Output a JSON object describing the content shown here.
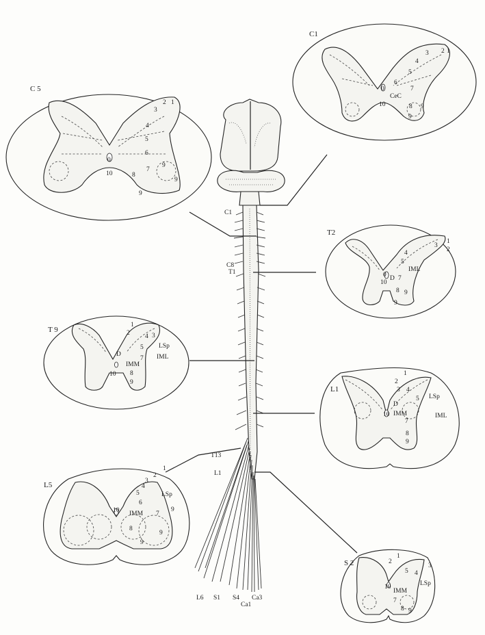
{
  "sections": {
    "c1": {
      "label": "C1",
      "laminae": [
        "3",
        "2",
        "1",
        "4",
        "5",
        "6",
        "0",
        "CeC",
        "7",
        "10",
        "8",
        "9",
        "9"
      ]
    },
    "c5": {
      "label": "C 5",
      "laminae": [
        "2",
        "1",
        "3",
        "4",
        "5",
        "6",
        "0",
        "7",
        "9",
        "10",
        "8",
        "9",
        "9"
      ]
    },
    "t2": {
      "label": "T2",
      "laminae": [
        "1",
        "2",
        "3",
        "4",
        "5",
        "IML",
        "0",
        "D",
        "7",
        "10",
        "8",
        "9",
        "9"
      ]
    },
    "t9": {
      "label": "T 9",
      "laminae": [
        "1",
        "2",
        "4",
        "3",
        "LSp",
        "5",
        "IML",
        "D",
        "7",
        "IMM",
        "10",
        "8",
        "9"
      ]
    },
    "l1": {
      "label": "L1",
      "laminae": [
        "1",
        "2",
        "3",
        "4",
        "5",
        "LSp",
        "D",
        "IML",
        "10",
        "IMM",
        "7",
        "8",
        "9"
      ]
    },
    "l5": {
      "label": "L5",
      "laminae": [
        "1",
        "2",
        "3",
        "4",
        "5",
        "LSp",
        "6",
        "10",
        "IMM",
        "7",
        "9",
        "8",
        "9",
        "9"
      ]
    },
    "s2": {
      "label": "S 2",
      "laminae": [
        "1",
        "2",
        "3",
        "5",
        "4",
        "LSp",
        "10",
        "IMM",
        "7",
        "8",
        "9"
      ]
    }
  },
  "cord_levels": [
    "C1",
    "C8",
    "T1",
    "T13",
    "L1"
  ],
  "root_labels": [
    "L6",
    "S1",
    "S4",
    "Ca1",
    "Ca3"
  ]
}
